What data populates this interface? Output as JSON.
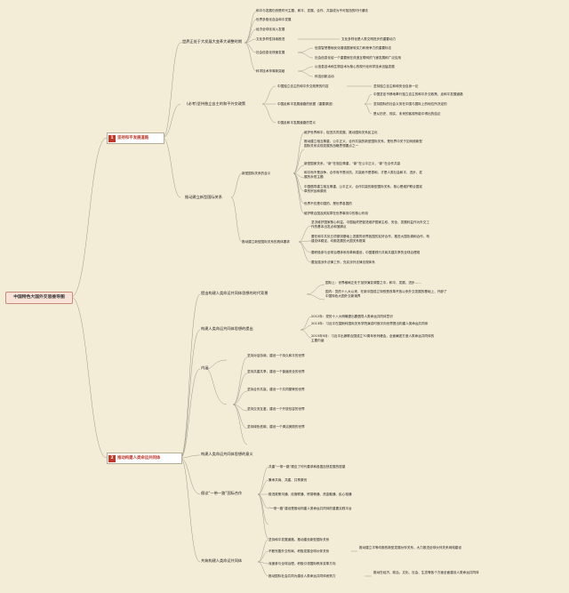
{
  "root": "中国特色大国外交思维导图",
  "sections": [
    {
      "num": "1",
      "label": "坚持和平发展道路"
    },
    {
      "num": "2",
      "label": "推动构建人类命运共同体"
    }
  ],
  "n": {
    "a1": "世界正处于大发展大变革大调整时期",
    "a1_1": "和平与发展仍然是时代主题，和平、发展、合作、共赢成为不可阻挡的时代潮流",
    "a1_2": "世界多极化自由和平发展",
    "a1_3": "经济全球化深入发展",
    "a1_4": "文化多样性持续推进",
    "a1_4a": "文化多样化是人类文明进步的重要动力",
    "a1_5": "社会信息化快速发展",
    "a1_5a": "信息智慧基础优化增强国家软实力和竞争力的重要标志",
    "a1_5b": "社会信息化给一个重要就在改造互联网的飞速发展和广泛应用",
    "a1_6": "科学技术孕育新突破",
    "a1_6a": "以信息技术和生物技术为核心的现代化科学技术迅猛发展",
    "a1_6b": "科技创新活动",
    "a2": "(必考)坚持独立自主的和平外交政策",
    "a2_1": "中国独立自主的和平外交政策的内容",
    "a2_1a": "坚持独立自主和和安全自身一论",
    "a2_2": "中国走和平发展道路的依据（重要原因）",
    "a2_2a": "中国坚定不移地奉行独立自主的和平外交政策，走和平发展道路",
    "a2_2b": "坚持国际的社会义务在中国与国际上的地位所决定的",
    "a2_2c": "是从历史、现实、未来的客观所能中得出的结论",
    "a2_3": "中国走和平发展道路的意义",
    "a3": "推动建立新型国际关系",
    "a3_1": "新型国际关系的含义",
    "a3_1a": "维护世界和平，促进共同发展，推动国际关系民主化",
    "a3_1b": "推动建立相互尊重、公平正义、合作共赢的新型国际关系，是世界中关于如何使新型国际关系实现发展的战略思想要点之一",
    "a3_1c": "新型国家关系，“新”在相互尊重，“新”在公平正义，“新”在合作共赢",
    "a3_1d": "和平而不是战争，合作而不是对抗，共赢而不是零和，才是人类社会和平、进步、发展的永恒主题",
    "a3_1e": "中国倡导建立相互尊重、公平正义、合作共赢的新型国际关系，核心是维护联合国宪章的宗旨和原则",
    "a3_1f": "世界不仅是中国的，是世界各国的",
    "a3_1g": "维护联合国及其宪章在世界事务中的核心作用",
    "a3_2": "推动建立新型国际关系的具体要求",
    "a3_2a": "坚决维护国家核心利益，中国始终把促进维护国家主权、安全、发展利益作为外交工作的基本出发点和落脚点",
    "a3_2b": "要在和平共处五项原则基础上发展同世界各国的友好合作，推进大国协调和合作，构建总体稳定、均衡发展的大国关系框架",
    "a3_2c": "要积极参与全球治理体系改革和建设，中国要践行共商共建共享的全球治理观",
    "a3_2d": "要加强涉外法律工作，充实涉外法律法规体系",
    "b1": "提出构建人类命运共同体思想的时代背景",
    "b1_1": "国际上：世界格局正处于加快演变调整之中，和平、发展、进步……",
    "b1_2": "国内：党的十八大以来，在新中国成立特别是改革开放以来外交发展的基础上，开辟了中国特色大国外交新境界",
    "b2": "构建人类命运共同体思想的提出",
    "b2_1": "2012年：党的十八大明确提出要倡导人类命运共同体意识",
    "b2_2": "2013年：习近平在莫斯科国际关系学院演讲时首次向世界提出构建人类命运共同体",
    "b2_3": "2015年9月：习近平出席联合国成立70周年系列峰会，全面阐述打造人类命运共同体的主要内涵",
    "b3": "内涵",
    "b3_1": "坚持对话协商，建设一个持久和平的世界",
    "b3_2": "坚持共建共享，建设一个普遍安全的世界",
    "b3_3": "坚持合作共赢，建设一个共同繁荣的世界",
    "b3_4": "坚持交流互鉴，建设一个开放包容的世界",
    "b3_5": "坚持绿色低碳，建设一个清洁美丽的世界",
    "b4": "构建人类命运共同体思想的意义",
    "b5": "倡议“一带一路”国际合作",
    "b5_1": "共建“一带一路”顺应了时代要求和各国加快发展的愿望",
    "b5_2": "秉承共商、共建、共享原则",
    "b5_3": "推进政策沟通、设施联通、贸易畅通、资金融通、民心相通",
    "b5_4": "“一带一路”建设是推动构建人类命运共同体的重要实践平台",
    "b6": "共筑构建人类命运共同体",
    "b6_1": "坚持和平发展道路，推动建设新型国际关系",
    "b6_2": "不断完善外交布局，积极发展全球伙伴关系",
    "b6_2a": "推动建立平等均衡的新型发展伙伴关系，大力推进全球伙伴关系网络建设",
    "b6_3": "深度参与全球治理，积极引领国际秩序变革方向",
    "b6_4": "推动国际社会共同为建设人类命运共同体而努力",
    "b6_4a": "推动在经济、政治、文化、社会、生态等各个方面全面建设人类命运共同体"
  }
}
